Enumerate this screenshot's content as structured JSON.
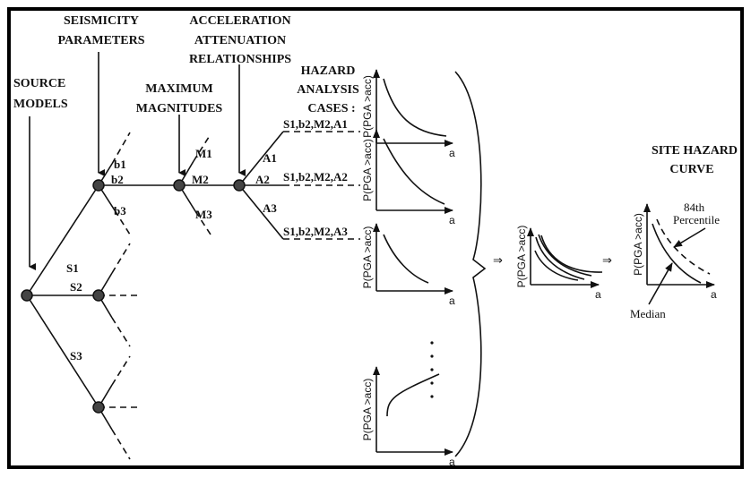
{
  "headings": {
    "seismicity": [
      "SEISMICITY",
      "PARAMETERS"
    ],
    "acceleration": [
      "ACCELERATION",
      "ATTENUATION",
      "RELATIONSHIPS"
    ],
    "source": [
      "SOURCE",
      "MODELS"
    ],
    "maximum": [
      "MAXIMUM",
      "MAGNITUDES"
    ],
    "hazard": [
      "HAZARD",
      "ANALYSIS",
      "CASES :"
    ],
    "site": [
      "SITE HAZARD",
      "CURVE"
    ]
  },
  "cases": [
    "S1,b2,M2,A1",
    "S1,b2,M2,A2",
    "S1,b2,M2,A3"
  ],
  "branches": {
    "sources": [
      "S1",
      "S2",
      "S3"
    ],
    "b_values": [
      "b1",
      "b2",
      "b3"
    ],
    "magnitudes": [
      "M1",
      "M2",
      "M3"
    ],
    "attenuation": [
      "A1",
      "A2",
      "A3"
    ]
  },
  "plot": {
    "ylabel": "P(PGA  >acc)",
    "xlabel": "a"
  },
  "site_curve": {
    "upper": "84th",
    "upper2": "Percentile",
    "median": "Median"
  },
  "arrow_symbol": "⇒"
}
